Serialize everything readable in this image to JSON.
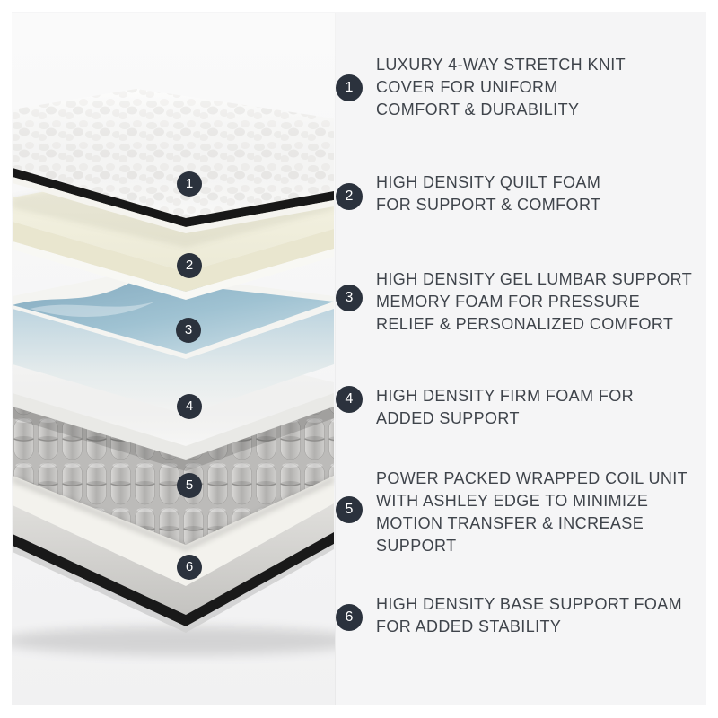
{
  "diagram": {
    "badges": [
      "1",
      "2",
      "3",
      "4",
      "5",
      "6"
    ],
    "subject": "mattress-layer-cutaway"
  },
  "callouts": [
    {
      "number": "1",
      "lines": [
        "LUXURY 4-WAY STRETCH KNIT",
        "COVER FOR UNIFORM",
        "COMFORT & DURABILITY"
      ]
    },
    {
      "number": "2",
      "lines": [
        "HIGH DENSITY QUILT FOAM",
        "FOR SUPPORT & COMFORT"
      ]
    },
    {
      "number": "3",
      "lines": [
        "HIGH DENSITY GEL LUMBAR SUPPORT",
        "MEMORY FOAM FOR PRESSURE",
        "RELIEF & PERSONALIZED COMFORT"
      ]
    },
    {
      "number": "4",
      "lines": [
        "HIGH DENSITY FIRM FOAM FOR",
        "ADDED SUPPORT"
      ]
    },
    {
      "number": "5",
      "lines": [
        "POWER PACKED WRAPPED COIL UNIT",
        "WITH ASHLEY EDGE TO MINIMIZE",
        "MOTION TRANSFER & INCREASE",
        "SUPPORT"
      ]
    },
    {
      "number": "6",
      "lines": [
        "HIGH DENSITY BASE SUPPORT FOAM",
        "FOR ADDED STABILITY"
      ]
    }
  ],
  "colors": {
    "badge": "#2b323d",
    "text": "#3f444b",
    "panel_bg": "#f5f5f6",
    "trim_black": "#181818",
    "quilt_white": "#fcfcfb",
    "foam_cream": "#f0eedd",
    "gel_blue": "#8fb3c7",
    "firm_white": "#fbfbfa",
    "coil_gray": "#bcbbb9",
    "base_gray": "#cfcec9"
  }
}
